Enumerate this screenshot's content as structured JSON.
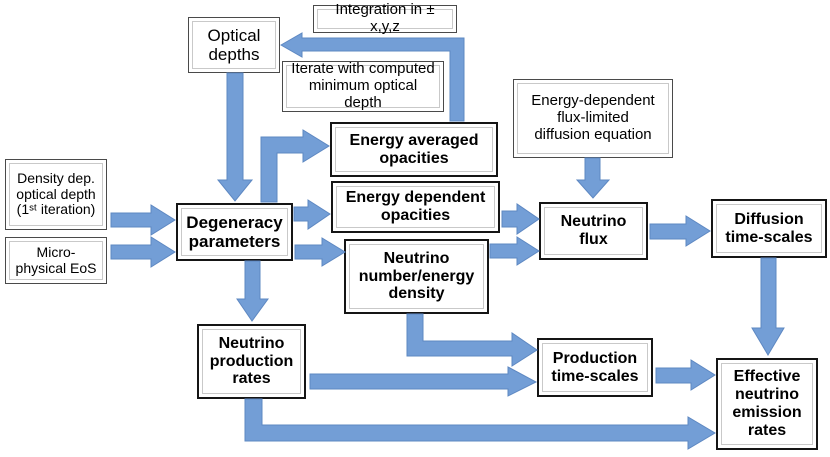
{
  "diagram": {
    "description": "Flowchart of a neutrino transport / emission computation scheme",
    "background": "#ffffff"
  },
  "colors": {
    "arrow_fill": "#739ED6",
    "arrow_stroke": "#5E88C2",
    "box_border": "#4a4a4a",
    "bold_box_border": "#151515",
    "inner_border": "#c9c9c9",
    "text": "#000000"
  },
  "boxes": {
    "optical_depths": {
      "text": "Optical\ndepths",
      "bold": false
    },
    "integration": {
      "text": "Integration in ± x,y,z",
      "bold": false
    },
    "iterate": {
      "text": "Iterate with computed\nminimum optical depth",
      "bold": false
    },
    "flux_equation": {
      "text": "Energy-dependent\nflux-limited\ndiffusion equation",
      "bold": false
    },
    "density_dep": {
      "text": "Density dep.\noptical depth\n(1ˢᵗ iteration)",
      "bold": false
    },
    "micro_eos": {
      "text": "Micro-\nphysical EoS",
      "bold": false
    },
    "energy_averaged": {
      "text": "Energy averaged\nopacities",
      "bold": true
    },
    "energy_dependent": {
      "text": "Energy dependent\nopacities",
      "bold": true
    },
    "neutrino_number": {
      "text": "Neutrino\nnumber/energy\ndensity",
      "bold": true
    },
    "degeneracy": {
      "text": "Degeneracy\nparameters",
      "bold": true
    },
    "neutrino_flux": {
      "text": "Neutrino\nflux",
      "bold": true
    },
    "diffusion_ts": {
      "text": "Diffusion\ntime-scales",
      "bold": true
    },
    "production_rates": {
      "text": "Neutrino\nproduction\nrates",
      "bold": true
    },
    "production_ts": {
      "text": "Production\ntime-scales",
      "bold": true
    },
    "effective": {
      "text": "Effective\nneutrino\nemission\nrates",
      "bold": true
    }
  },
  "edges": [
    {
      "from": "energy-averaged-opacities",
      "to": "optical-depths",
      "label": "Integration in ± x,y,z"
    },
    {
      "from": "optical-depths",
      "to": "degeneracy-parameters"
    },
    {
      "from": "density-dep-optical-depth",
      "to": "degeneracy-parameters"
    },
    {
      "from": "micro-physical-eos",
      "to": "degeneracy-parameters"
    },
    {
      "from": "degeneracy-parameters",
      "to": "energy-averaged-opacities"
    },
    {
      "from": "degeneracy-parameters",
      "to": "energy-dependent-opacities"
    },
    {
      "from": "degeneracy-parameters",
      "to": "neutrino-number-energy-density"
    },
    {
      "from": "degeneracy-parameters",
      "to": "neutrino-production-rates"
    },
    {
      "from": "energy-dependent-opacities",
      "to": "neutrino-flux"
    },
    {
      "from": "neutrino-number-energy-density",
      "to": "neutrino-flux"
    },
    {
      "from": "flux-limited-diffusion-equation",
      "to": "neutrino-flux"
    },
    {
      "from": "neutrino-flux",
      "to": "diffusion-time-scales"
    },
    {
      "from": "diffusion-time-scales",
      "to": "effective-neutrino-emission-rates"
    },
    {
      "from": "neutrino-number-energy-density",
      "to": "production-time-scales"
    },
    {
      "from": "neutrino-production-rates",
      "to": "production-time-scales"
    },
    {
      "from": "production-time-scales",
      "to": "effective-neutrino-emission-rates"
    },
    {
      "from": "neutrino-production-rates",
      "to": "effective-neutrino-emission-rates"
    }
  ]
}
